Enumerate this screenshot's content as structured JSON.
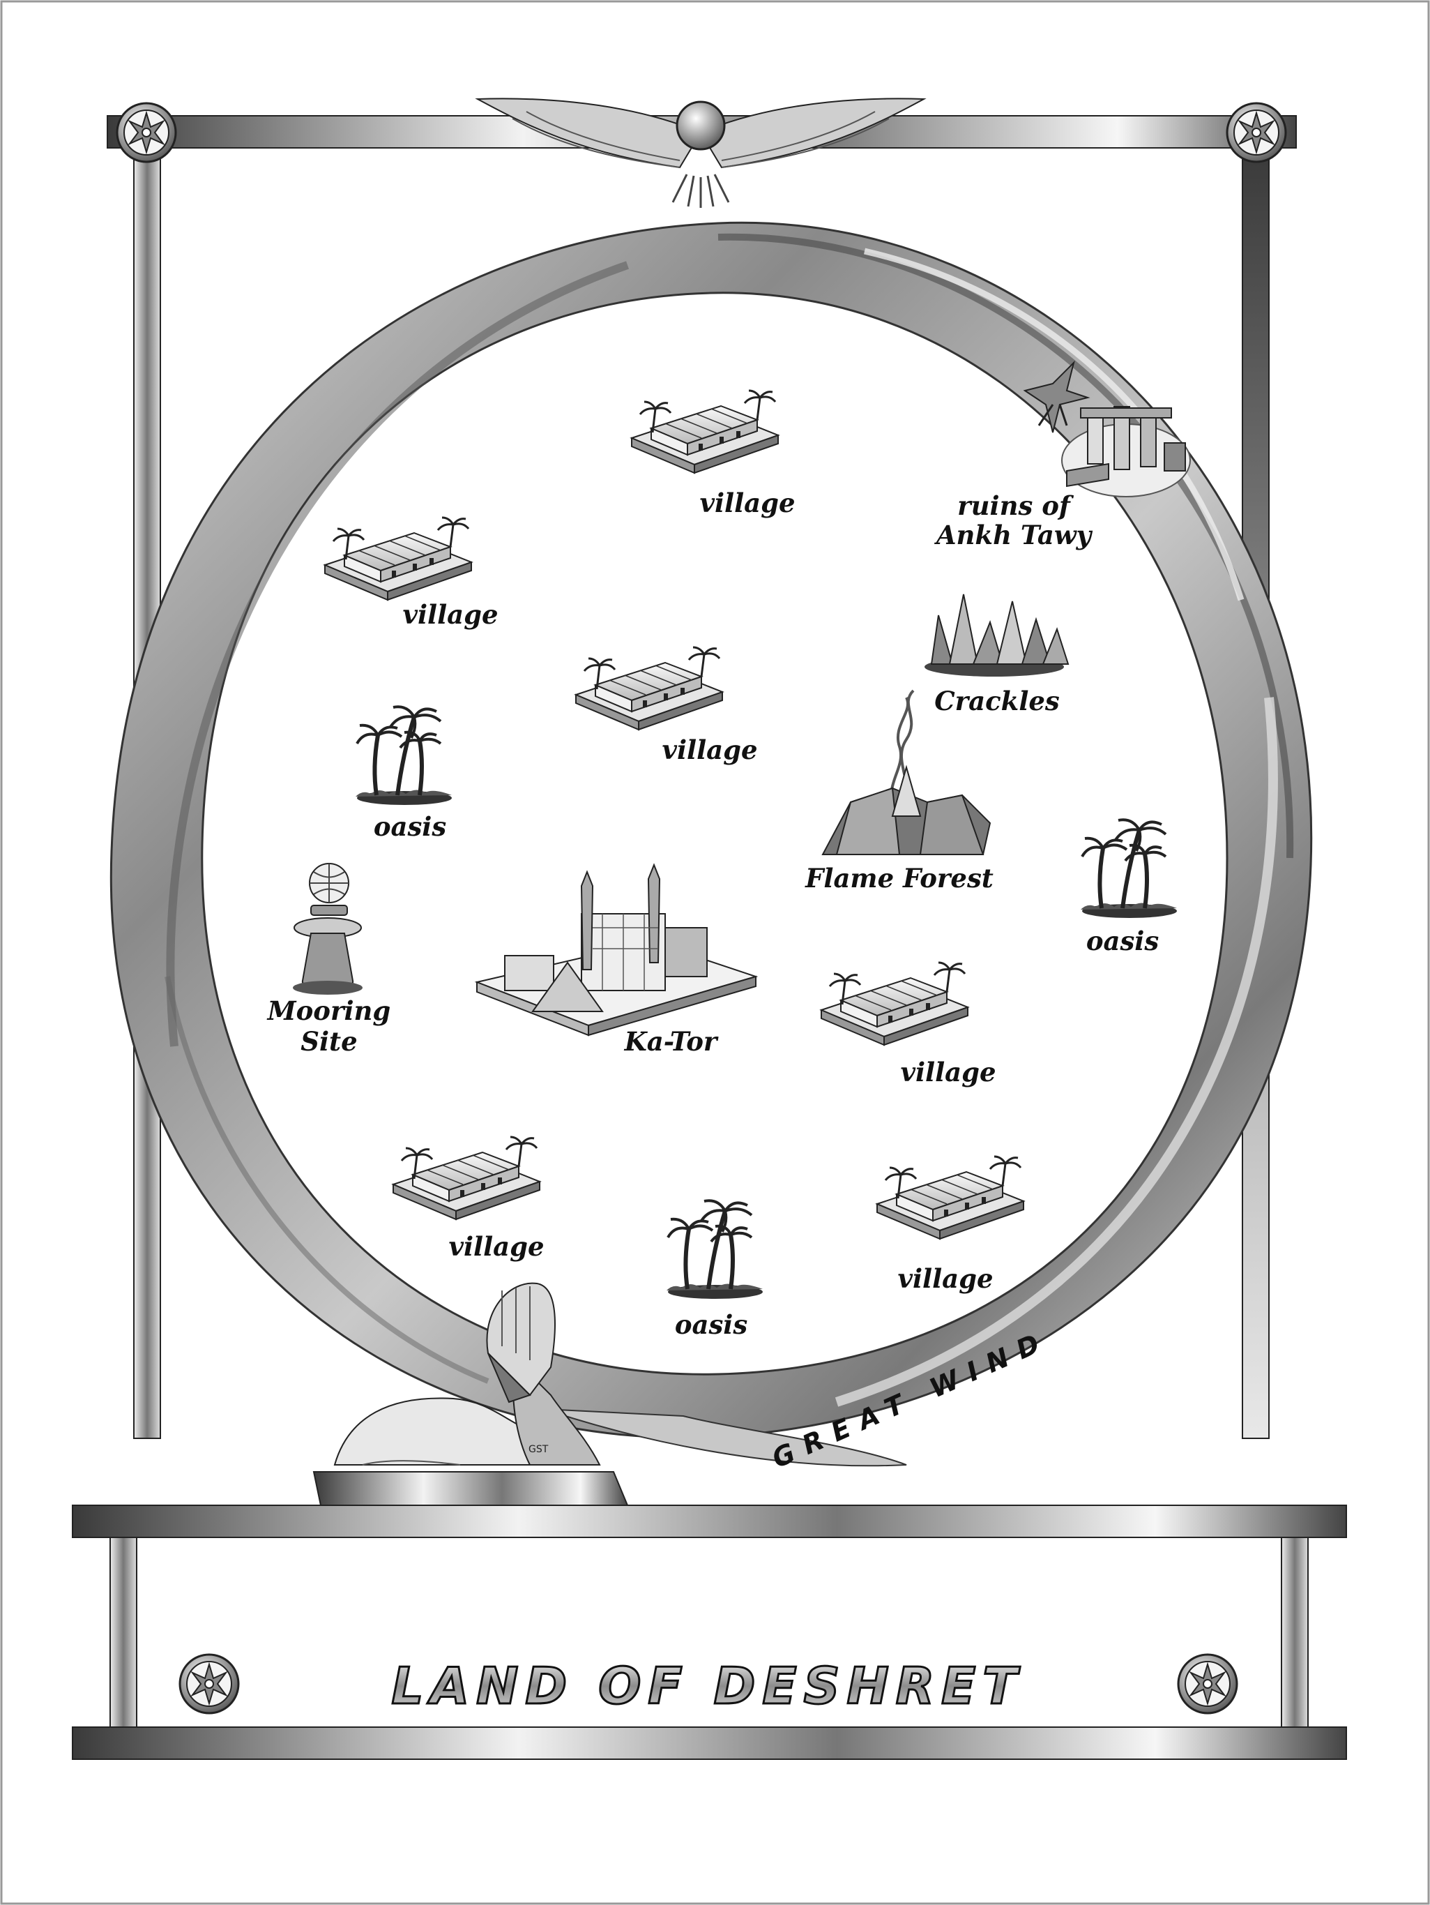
{
  "title": "LAND OF DESHRET",
  "wind_label": "GREAT WIND",
  "sphinx_mark": "GST",
  "labels": {
    "village_top": "village",
    "ruins_line1": "ruins of",
    "ruins_line2": "Ankh Tawy",
    "village_upper_left": "village",
    "crackles": "Crackles",
    "village_center": "village",
    "oasis_left": "oasis",
    "flame_forest": "Flame Forest",
    "oasis_right": "oasis",
    "mooring_line1": "Mooring",
    "mooring_line2": "Site",
    "ka_tor": "Ka-Tor",
    "village_right": "village",
    "village_lower_left": "village",
    "oasis_bottom": "oasis",
    "village_lower_right": "village"
  },
  "icons": {
    "village": "village-icon",
    "ruins": "ruins-icon",
    "dragon": "dragon-icon",
    "crackles": "crystal-cluster-icon",
    "flame_forest": "smoking-rocks-icon",
    "oasis": "palm-oasis-icon",
    "mooring": "mooring-mast-icon",
    "airship": "airship-icon",
    "city": "city-icon",
    "sphinx": "sphinx-icon",
    "winged_disk": "winged-disk-icon",
    "star_medallion": "star-medallion-icon"
  },
  "colors": {
    "background": "#ffffff",
    "ink": "#111111",
    "metal_dark": "#4a4a4a",
    "metal_light": "#eeeeee",
    "wind_grey": "#8c8c8c"
  }
}
